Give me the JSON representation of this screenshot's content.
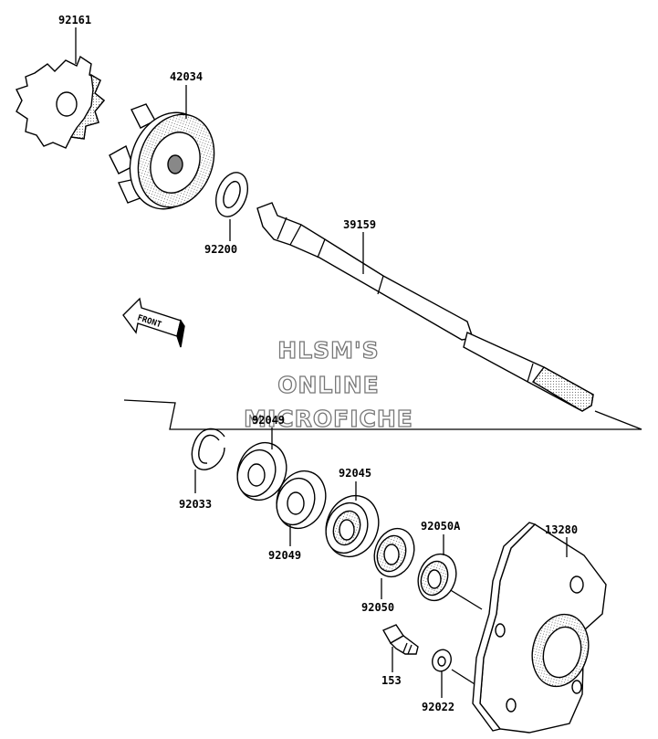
{
  "diagram": {
    "colors": {
      "line": "#000000",
      "fill": "#ffffff",
      "shade": "#bdbdbd",
      "watermark_outline": "#777777"
    },
    "front_label": "FRONT",
    "watermark": [
      "HLSM'S",
      "ONLINE",
      "MICROFICHE"
    ],
    "parts": [
      {
        "id": "p-92161",
        "number": "92161",
        "name": "coupling-damper"
      },
      {
        "id": "p-42034",
        "number": "42034",
        "name": "coupling-hub"
      },
      {
        "id": "p-92200",
        "number": "92200",
        "name": "washer"
      },
      {
        "id": "p-39159",
        "number": "39159",
        "name": "drive-shaft"
      },
      {
        "id": "p-92049a",
        "number": "92049",
        "name": "oil-seal-upper"
      },
      {
        "id": "p-92033",
        "number": "92033",
        "name": "circlip"
      },
      {
        "id": "p-92049b",
        "number": "92049",
        "name": "oil-seal-lower"
      },
      {
        "id": "p-92045",
        "number": "92045",
        "name": "ball-bearing"
      },
      {
        "id": "p-92050",
        "number": "92050",
        "name": "oil-seal"
      },
      {
        "id": "p-92050a",
        "number": "92050A",
        "name": "oil-seal-a"
      },
      {
        "id": "p-13280",
        "number": "13280",
        "name": "bearing-holder-plate"
      },
      {
        "id": "p-153",
        "number": "153",
        "name": "grease-nipple"
      },
      {
        "id": "p-92022",
        "number": "92022",
        "name": "washer-small"
      }
    ]
  }
}
